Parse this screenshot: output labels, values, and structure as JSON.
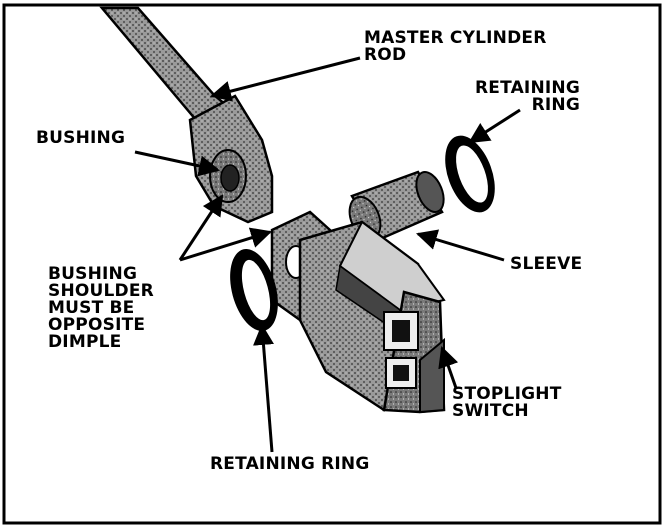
{
  "labels": {
    "master_cylinder_rod": [
      "MASTER CYLINDER",
      "ROD"
    ],
    "retaining_ring_top": [
      "RETAINING",
      "RING"
    ],
    "bushing": "BUSHING",
    "sleeve": "SLEEVE",
    "bushing_note": [
      "BUSHING",
      "SHOULDER",
      "MUST BE",
      "OPPOSITE",
      "DIMPLE"
    ],
    "stoplight_switch": [
      "STOPLIGHT",
      "SWITCH"
    ],
    "retaining_ring_bottom": "RETAINING RING"
  },
  "colors": {
    "ink": "#000000",
    "paper": "#ffffff",
    "shade": "#6a6a6a",
    "light_shade": "#b8b8b8"
  }
}
